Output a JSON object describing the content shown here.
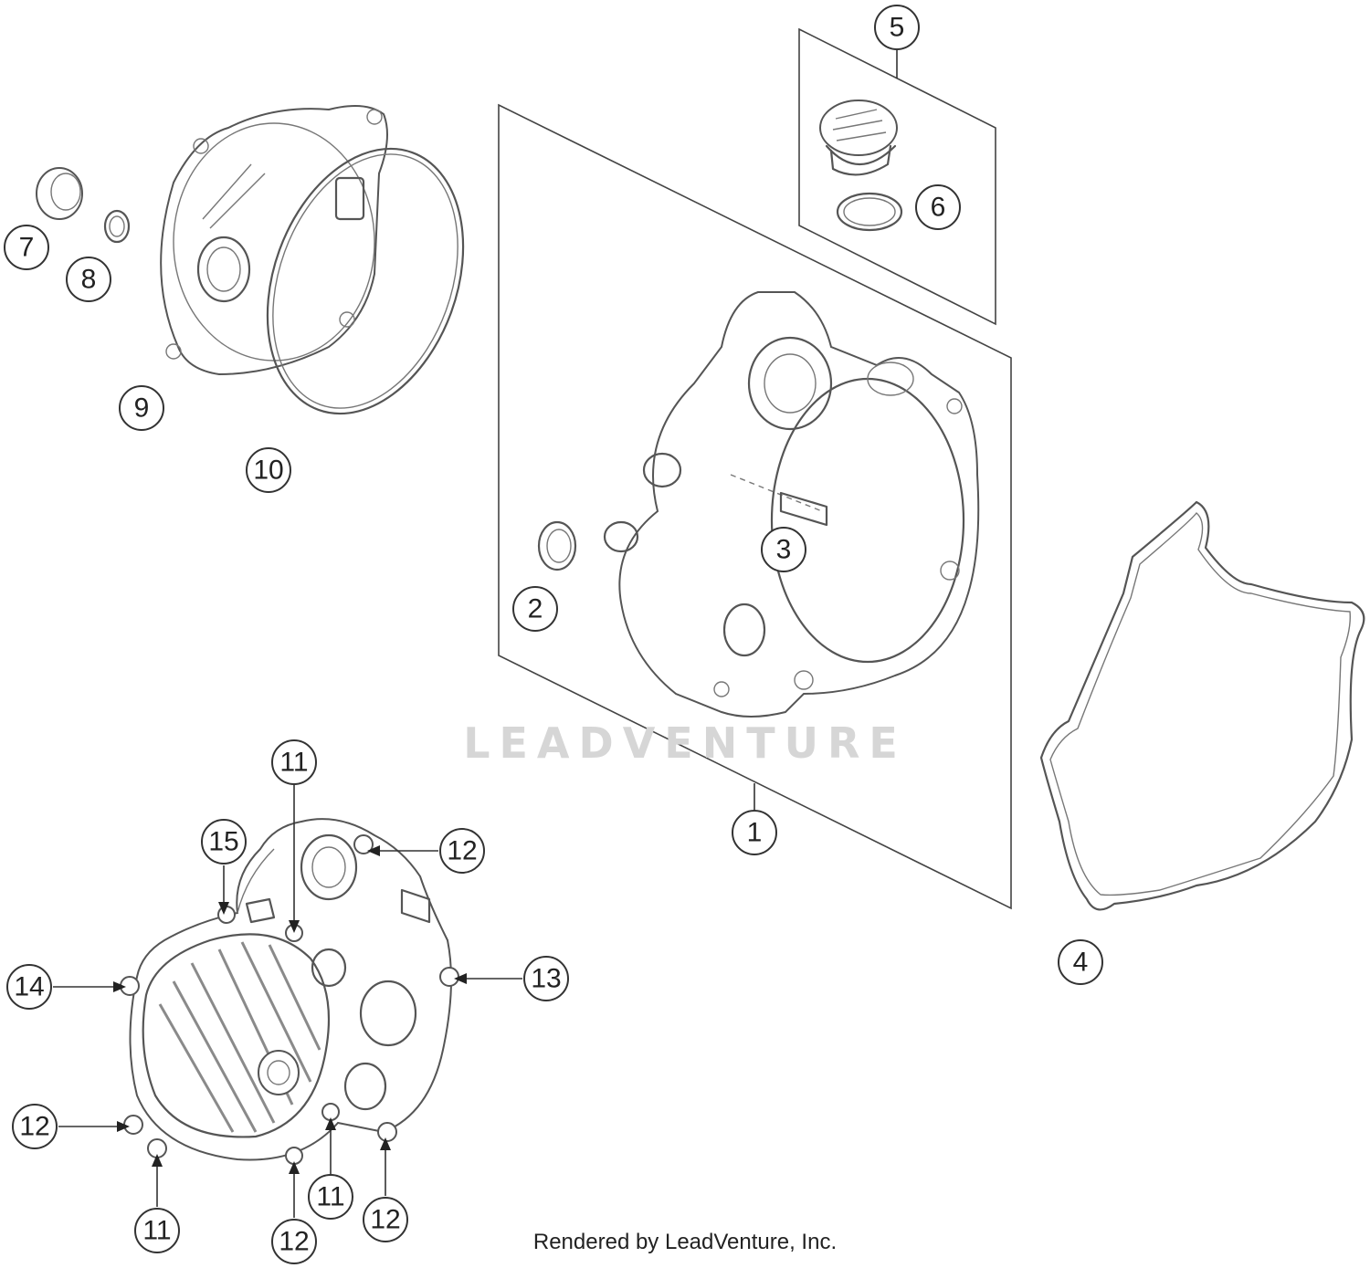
{
  "watermark": "LEADVENTURE",
  "credit": "Rendered by LeadVenture, Inc.",
  "callouts": [
    {
      "label": "1"
    },
    {
      "label": "2"
    },
    {
      "label": "3"
    },
    {
      "label": "4"
    },
    {
      "label": "5"
    },
    {
      "label": "6"
    },
    {
      "label": "7"
    },
    {
      "label": "8"
    },
    {
      "label": "9"
    },
    {
      "label": "10"
    },
    {
      "label": "11"
    },
    {
      "label": "11"
    },
    {
      "label": "11"
    },
    {
      "label": "12"
    },
    {
      "label": "12"
    },
    {
      "label": "12"
    },
    {
      "label": "12"
    },
    {
      "label": "13"
    },
    {
      "label": "14"
    },
    {
      "label": "15"
    }
  ]
}
